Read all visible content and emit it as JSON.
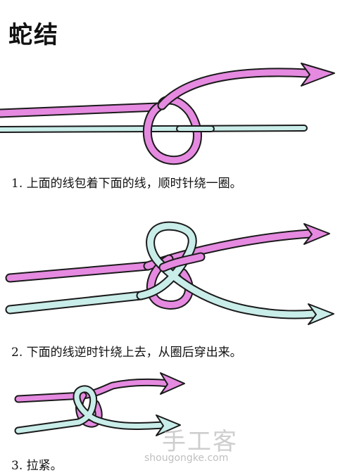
{
  "title": "蛇结",
  "steps": [
    {
      "caption": "1. 上面的线包着下面的线，顺时针绕一圈。"
    },
    {
      "caption": "2. 下面的线逆时针绕上去，从圈后穿出来。"
    },
    {
      "caption": "3. 拉紧。"
    }
  ],
  "watermark": {
    "text": "手工客",
    "url": "shougongke.com"
  },
  "colors": {
    "pink_cord": "#e58ae0",
    "teal_cord": "#c9ede9",
    "outline": "#1a1a1a"
  }
}
